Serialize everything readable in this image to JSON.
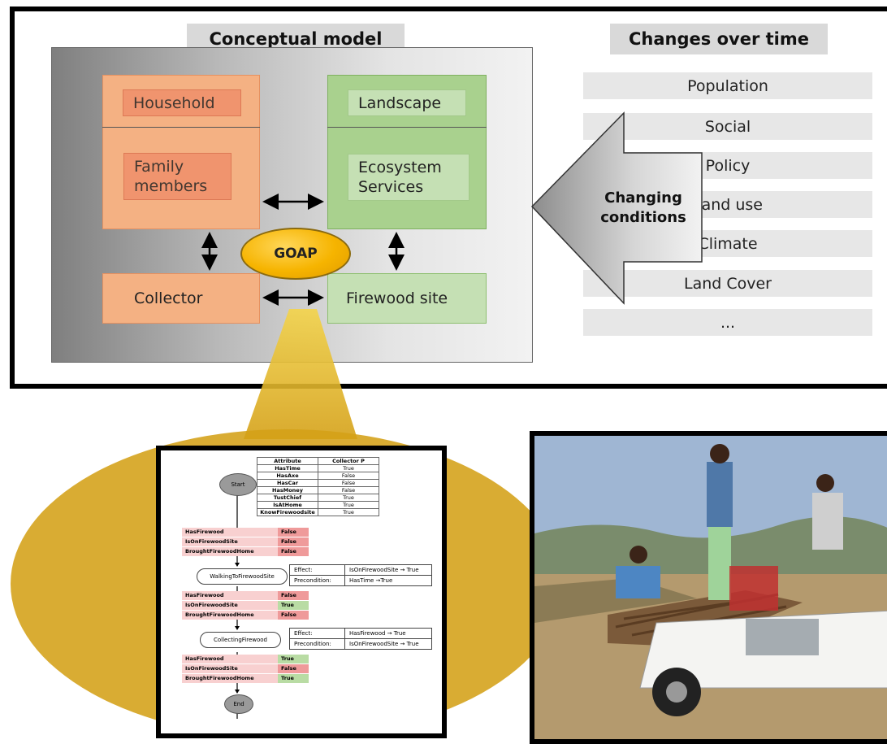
{
  "conceptual_model": {
    "title": "Conceptual model",
    "household": "Household",
    "family_members": "Family\nmembers",
    "collector": "Collector",
    "landscape": "Landscape",
    "ecosystem_services": "Ecosystem\nServices",
    "firewood_site": "Firewood site",
    "goap": "GOAP"
  },
  "changes": {
    "title": "Changes over time",
    "arrow_label": "Changing\nconditions",
    "items": [
      "Population",
      "Social",
      "Policy",
      "Land use",
      "Climate",
      "Land Cover",
      "..."
    ]
  },
  "flowchart": {
    "table_headers": [
      "Attribute",
      "Collector P"
    ],
    "attributes": [
      [
        "HasTime",
        "True"
      ],
      [
        "HasAxe",
        "False"
      ],
      [
        "HasCar",
        "False"
      ],
      [
        "HasMoney",
        "False"
      ],
      [
        "TustChief",
        "True"
      ],
      [
        "IsAtHome",
        "True"
      ],
      [
        "KnowFirewoodsite",
        "True"
      ]
    ],
    "start": "Start",
    "end": "End",
    "state_keys": [
      "HasFirewood",
      "IsOnFirewoodSite",
      "BroughtFirewoodHome"
    ],
    "state1": [
      "False",
      "False",
      "False"
    ],
    "state2": [
      "False",
      "True",
      "False"
    ],
    "state3": [
      "True",
      "False",
      "True"
    ],
    "action1": "WalkingToFirewoodSite",
    "action1_effect_label": "Effect:",
    "action1_effect": "IsOnFirewoodSite → True",
    "action1_pre_label": "Precondition:",
    "action1_pre": "HasTime →True",
    "action2": "CollectingFirewood",
    "action2_effect_label": "Effect:",
    "action2_effect": "HasFirewood → True",
    "action2_pre_label": "Precondition:",
    "action2_pre": "IsOnFirewoodSite → True"
  },
  "colors": {
    "orange": "#f4b183",
    "green": "#a9d18e",
    "goap": "#f6b400",
    "spotlight": "#d4a017"
  }
}
